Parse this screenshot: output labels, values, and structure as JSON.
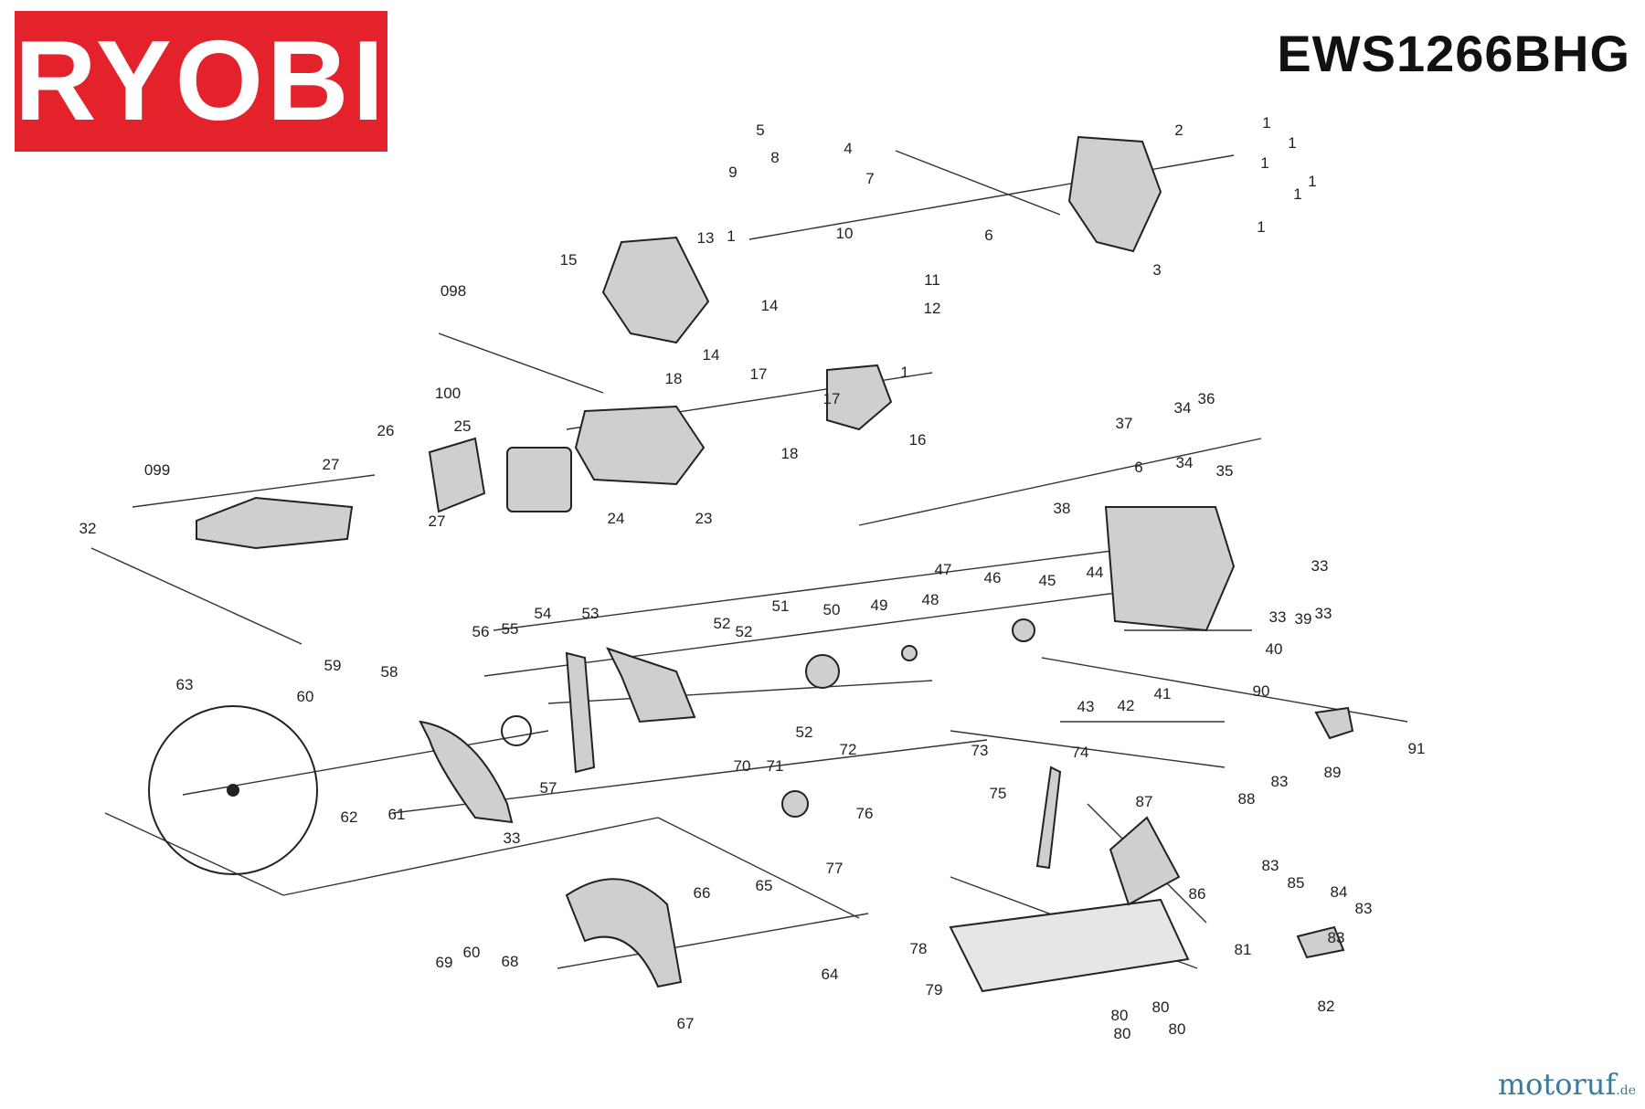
{
  "brand": {
    "name": "RYOBI",
    "color": "#e4222b"
  },
  "model": "EWS1266BHG",
  "credit": {
    "name": "motoruf",
    "domain": ".de",
    "color": "#3a7a9c"
  },
  "part_labels": [
    "1",
    "1",
    "1",
    "1",
    "1",
    "1",
    "1",
    "1",
    "2",
    "3",
    "4",
    "5",
    "6",
    "6",
    "7",
    "8",
    "9",
    "10",
    "11",
    "12",
    "13",
    "14",
    "14",
    "15",
    "16",
    "17",
    "17",
    "18",
    "18",
    "23",
    "24",
    "25",
    "26",
    "27",
    "27",
    "32",
    "33",
    "33",
    "33",
    "33",
    "34",
    "34",
    "35",
    "36",
    "37",
    "38",
    "39",
    "40",
    "41",
    "42",
    "43",
    "44",
    "45",
    "46",
    "47",
    "48",
    "49",
    "50",
    "51",
    "52",
    "52",
    "52",
    "53",
    "54",
    "55",
    "56",
    "57",
    "58",
    "59",
    "60",
    "60",
    "61",
    "62",
    "63",
    "64",
    "65",
    "66",
    "67",
    "68",
    "69",
    "70",
    "71",
    "72",
    "73",
    "74",
    "75",
    "76",
    "77",
    "78",
    "79",
    "80",
    "80",
    "80",
    "80",
    "81",
    "82",
    "83",
    "83",
    "83",
    "83",
    "84",
    "85",
    "86",
    "87",
    "88",
    "89",
    "90",
    "91",
    "098",
    "099",
    "100"
  ]
}
